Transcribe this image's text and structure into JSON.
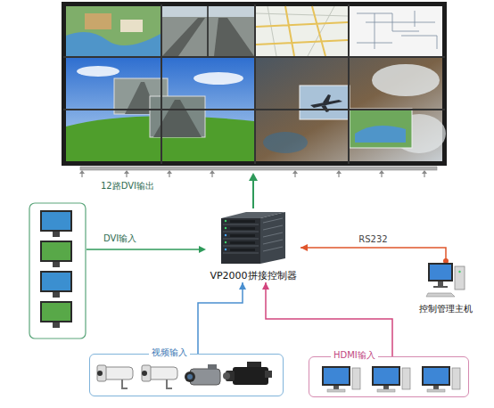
{
  "diagram": {
    "nodes": [
      {
        "text": [
          "VP2000拼接控制器"
        ]
      },
      {
        "text": [
          "控制管理主机"
        ]
      },
      {
        "text": [
          "视频输入"
        ]
      },
      {
        "text": [
          "HDMI输入"
        ]
      }
    ],
    "edges": [
      {
        "from": 2,
        "to": 0,
        "arrow": "to"
      },
      {
        "from": 3,
        "to": 0,
        "arrow": "to"
      },
      {
        "from": 1,
        "to": 0,
        "label": "RS232",
        "arrow": "to"
      }
    ],
    "labels": [
      "12路DVI输出",
      "DVI输入"
    ]
  }
}
